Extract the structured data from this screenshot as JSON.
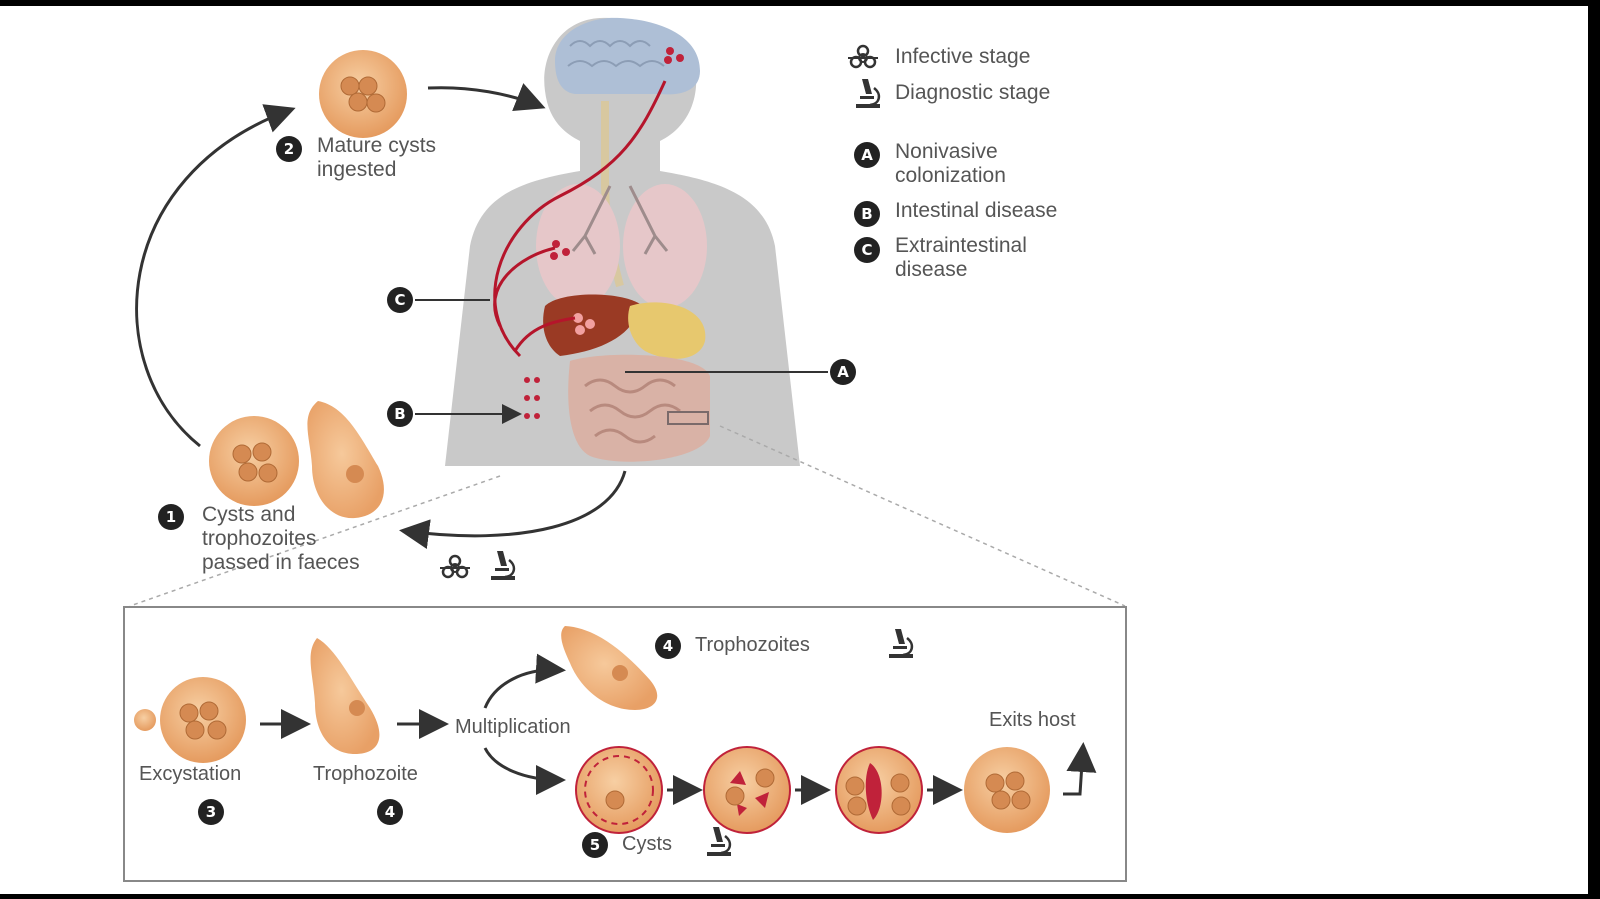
{
  "legend": {
    "infective_stage": "Infective stage",
    "diagnostic_stage": "Diagnostic stage",
    "a_label": "Nonivasive\ncolonization",
    "b_label": "Intestinal disease",
    "c_label": "Extraintestinal\ndisease"
  },
  "badges": {
    "a": "A",
    "b": "B",
    "c": "C",
    "n1": "1",
    "n2": "2",
    "n3": "3",
    "n4": "4",
    "n5": "5"
  },
  "stages": {
    "s1": "Cysts and\ntrophozoites\npassed in faeces",
    "s2": "Mature cysts\ningested"
  },
  "inset": {
    "excystation": "Excystation",
    "trophozoite": "Trophozoite",
    "multiplication": "Multiplication",
    "trophozoites": "Trophozoites",
    "cysts": "Cysts",
    "exits_host": "Exits host"
  },
  "colors": {
    "cyst_fill": "#f0b27a",
    "cyst_edge": "#d98a4a",
    "body": "#c9c9c9",
    "red_path": "#b5152b",
    "text": "#555555"
  },
  "icons": [
    "biohazard-icon",
    "microscope-icon"
  ]
}
